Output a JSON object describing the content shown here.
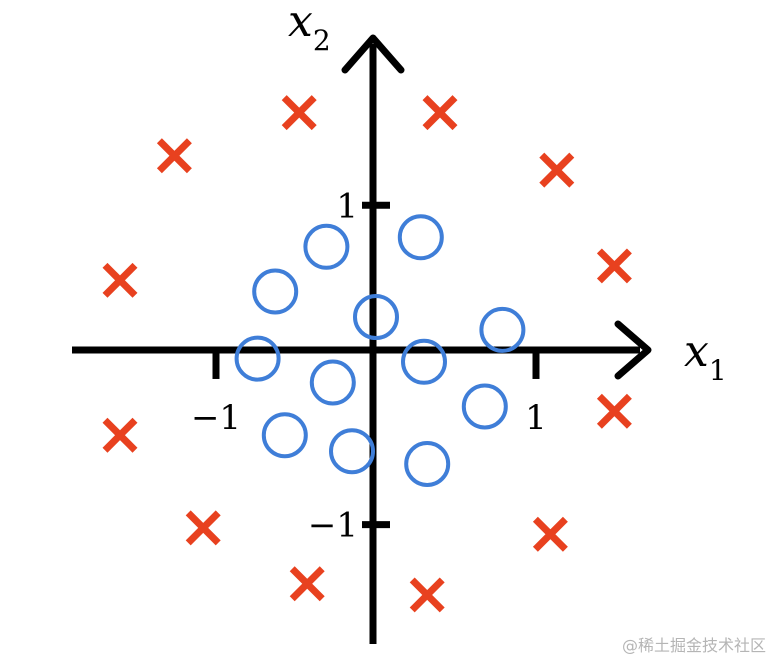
{
  "chart_data": {
    "type": "scatter",
    "xlabel": {
      "main": "x",
      "sub": "1"
    },
    "ylabel": {
      "main": "x",
      "sub": "2"
    },
    "xlim": [
      -1.9,
      1.7
    ],
    "ylim": [
      -1.86,
      2.06
    ],
    "x_ticks": [
      {
        "value": -1,
        "label": "−1"
      },
      {
        "value": 1,
        "label": "1"
      }
    ],
    "y_ticks": [
      {
        "value": 1,
        "label": "1"
      },
      {
        "value": -1,
        "label": "−1"
      }
    ],
    "grid": false,
    "legend": "none",
    "series": [
      {
        "marker": "x",
        "color": "#e8411f",
        "points": [
          [
            -0.48,
            1.58
          ],
          [
            0.4,
            1.58
          ],
          [
            -1.26,
            1.31
          ],
          [
            1.13,
            1.22
          ],
          [
            -1.6,
            0.53
          ],
          [
            1.49,
            0.62
          ],
          [
            -1.6,
            -0.44
          ],
          [
            1.49,
            -0.29
          ],
          [
            -1.08,
            -1.02
          ],
          [
            1.09,
            -1.06
          ],
          [
            -0.43,
            -1.37
          ],
          [
            0.32,
            -1.44
          ]
        ]
      },
      {
        "marker": "o",
        "color": "#3f7ed8",
        "points": [
          [
            -0.31,
            0.74
          ],
          [
            0.28,
            0.8
          ],
          [
            -0.63,
            0.46
          ],
          [
            0.0,
            0.3
          ],
          [
            0.79,
            0.22
          ],
          [
            -0.74,
            0.04
          ],
          [
            0.3,
            0.02
          ],
          [
            -0.27,
            -0.11
          ],
          [
            0.68,
            -0.26
          ],
          [
            -0.57,
            -0.44
          ],
          [
            -0.15,
            -0.54
          ],
          [
            0.32,
            -0.62
          ]
        ]
      }
    ]
  },
  "watermark": "@稀土掘金技术社区"
}
